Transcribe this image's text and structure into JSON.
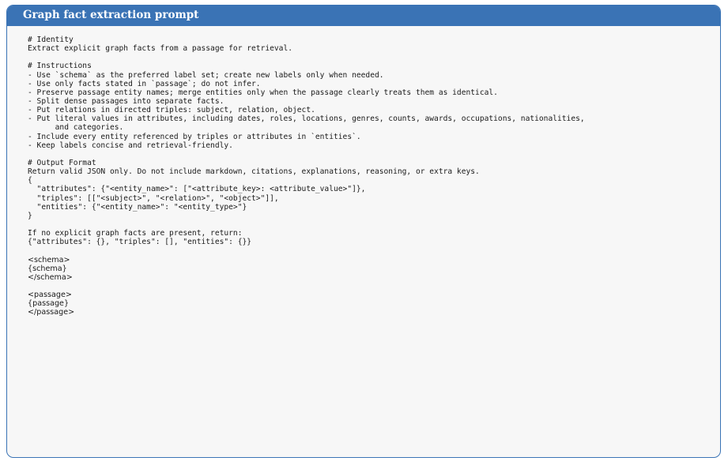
{
  "title": "Graph fact extraction prompt",
  "lines": [
    {
      "text": "# Identity"
    },
    {
      "text": "Extract explicit graph facts from a passage for retrieval."
    },
    {
      "text": ""
    },
    {
      "text": "# Instructions"
    },
    {
      "text": "- Use `schema` as the preferred label set; create new labels only when needed."
    },
    {
      "text": "- Use only facts stated in `passage`; do not infer."
    },
    {
      "text": "- Preserve passage entity names; merge entities only when the passage clearly treats them as identical."
    },
    {
      "text": "- Split dense passages into separate facts."
    },
    {
      "text": "- Put relations in directed triples: subject, relation, object."
    },
    {
      "text": "- Put literal values in attributes, including dates, roles, locations, genres, counts, awards, occupations, nationalities,"
    },
    {
      "text": "      and categories."
    },
    {
      "text": "- Include every entity referenced by triples or attributes in `entities`."
    },
    {
      "text": "- Keep labels concise and retrieval-friendly."
    },
    {
      "text": ""
    },
    {
      "text": "# Output Format"
    },
    {
      "text": "Return valid JSON only. Do not include markdown, citations, explanations, reasoning, or extra keys."
    },
    {
      "text": "{"
    },
    {
      "text": "  \"attributes\": {\"<entity_name>\": [\"<attribute_key>: <attribute_value>\"]},"
    },
    {
      "text": "  \"triples\": [[\"<subject>\", \"<relation>\", \"<object>\"]],"
    },
    {
      "text": "  \"entities\": {\"<entity_name>\": \"<entity_type>\"}"
    },
    {
      "text": "}"
    },
    {
      "text": ""
    },
    {
      "text": "If no explicit graph facts are present, return:"
    },
    {
      "text": "{\"attributes\": {}, \"triples\": [], \"entities\": {}}"
    },
    {
      "text": ""
    },
    {
      "text": "<schema>"
    },
    {
      "text": "{schema}"
    },
    {
      "text": "</schema>"
    },
    {
      "text": ""
    },
    {
      "text": "<passage>"
    },
    {
      "text": "{passage}"
    },
    {
      "text": "</passage>"
    }
  ]
}
